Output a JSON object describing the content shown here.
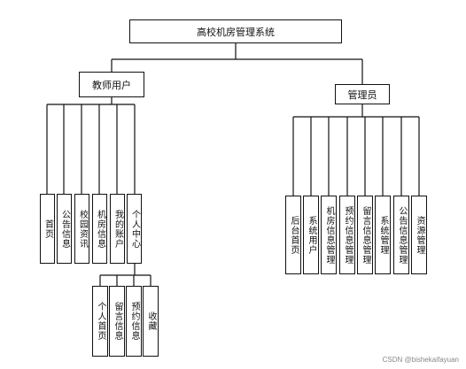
{
  "root": {
    "label": "高校机房管理系统"
  },
  "teacher": {
    "label": "教师用户",
    "children": [
      "首页",
      "公告信息",
      "校园资讯",
      "机房信息",
      "我的账户",
      "个人中心"
    ]
  },
  "personal_center": {
    "children": [
      "个人首页",
      "留言信息",
      "预约信息",
      "收藏"
    ]
  },
  "admin": {
    "label": "管理员",
    "children": [
      "后台首页",
      "系统用户",
      "机房信息管理",
      "预约信息管理",
      "留言信息管理",
      "系统管理",
      "公告信息管理",
      "资源管理"
    ]
  },
  "watermark": "CSDN @bishekaifayuan"
}
